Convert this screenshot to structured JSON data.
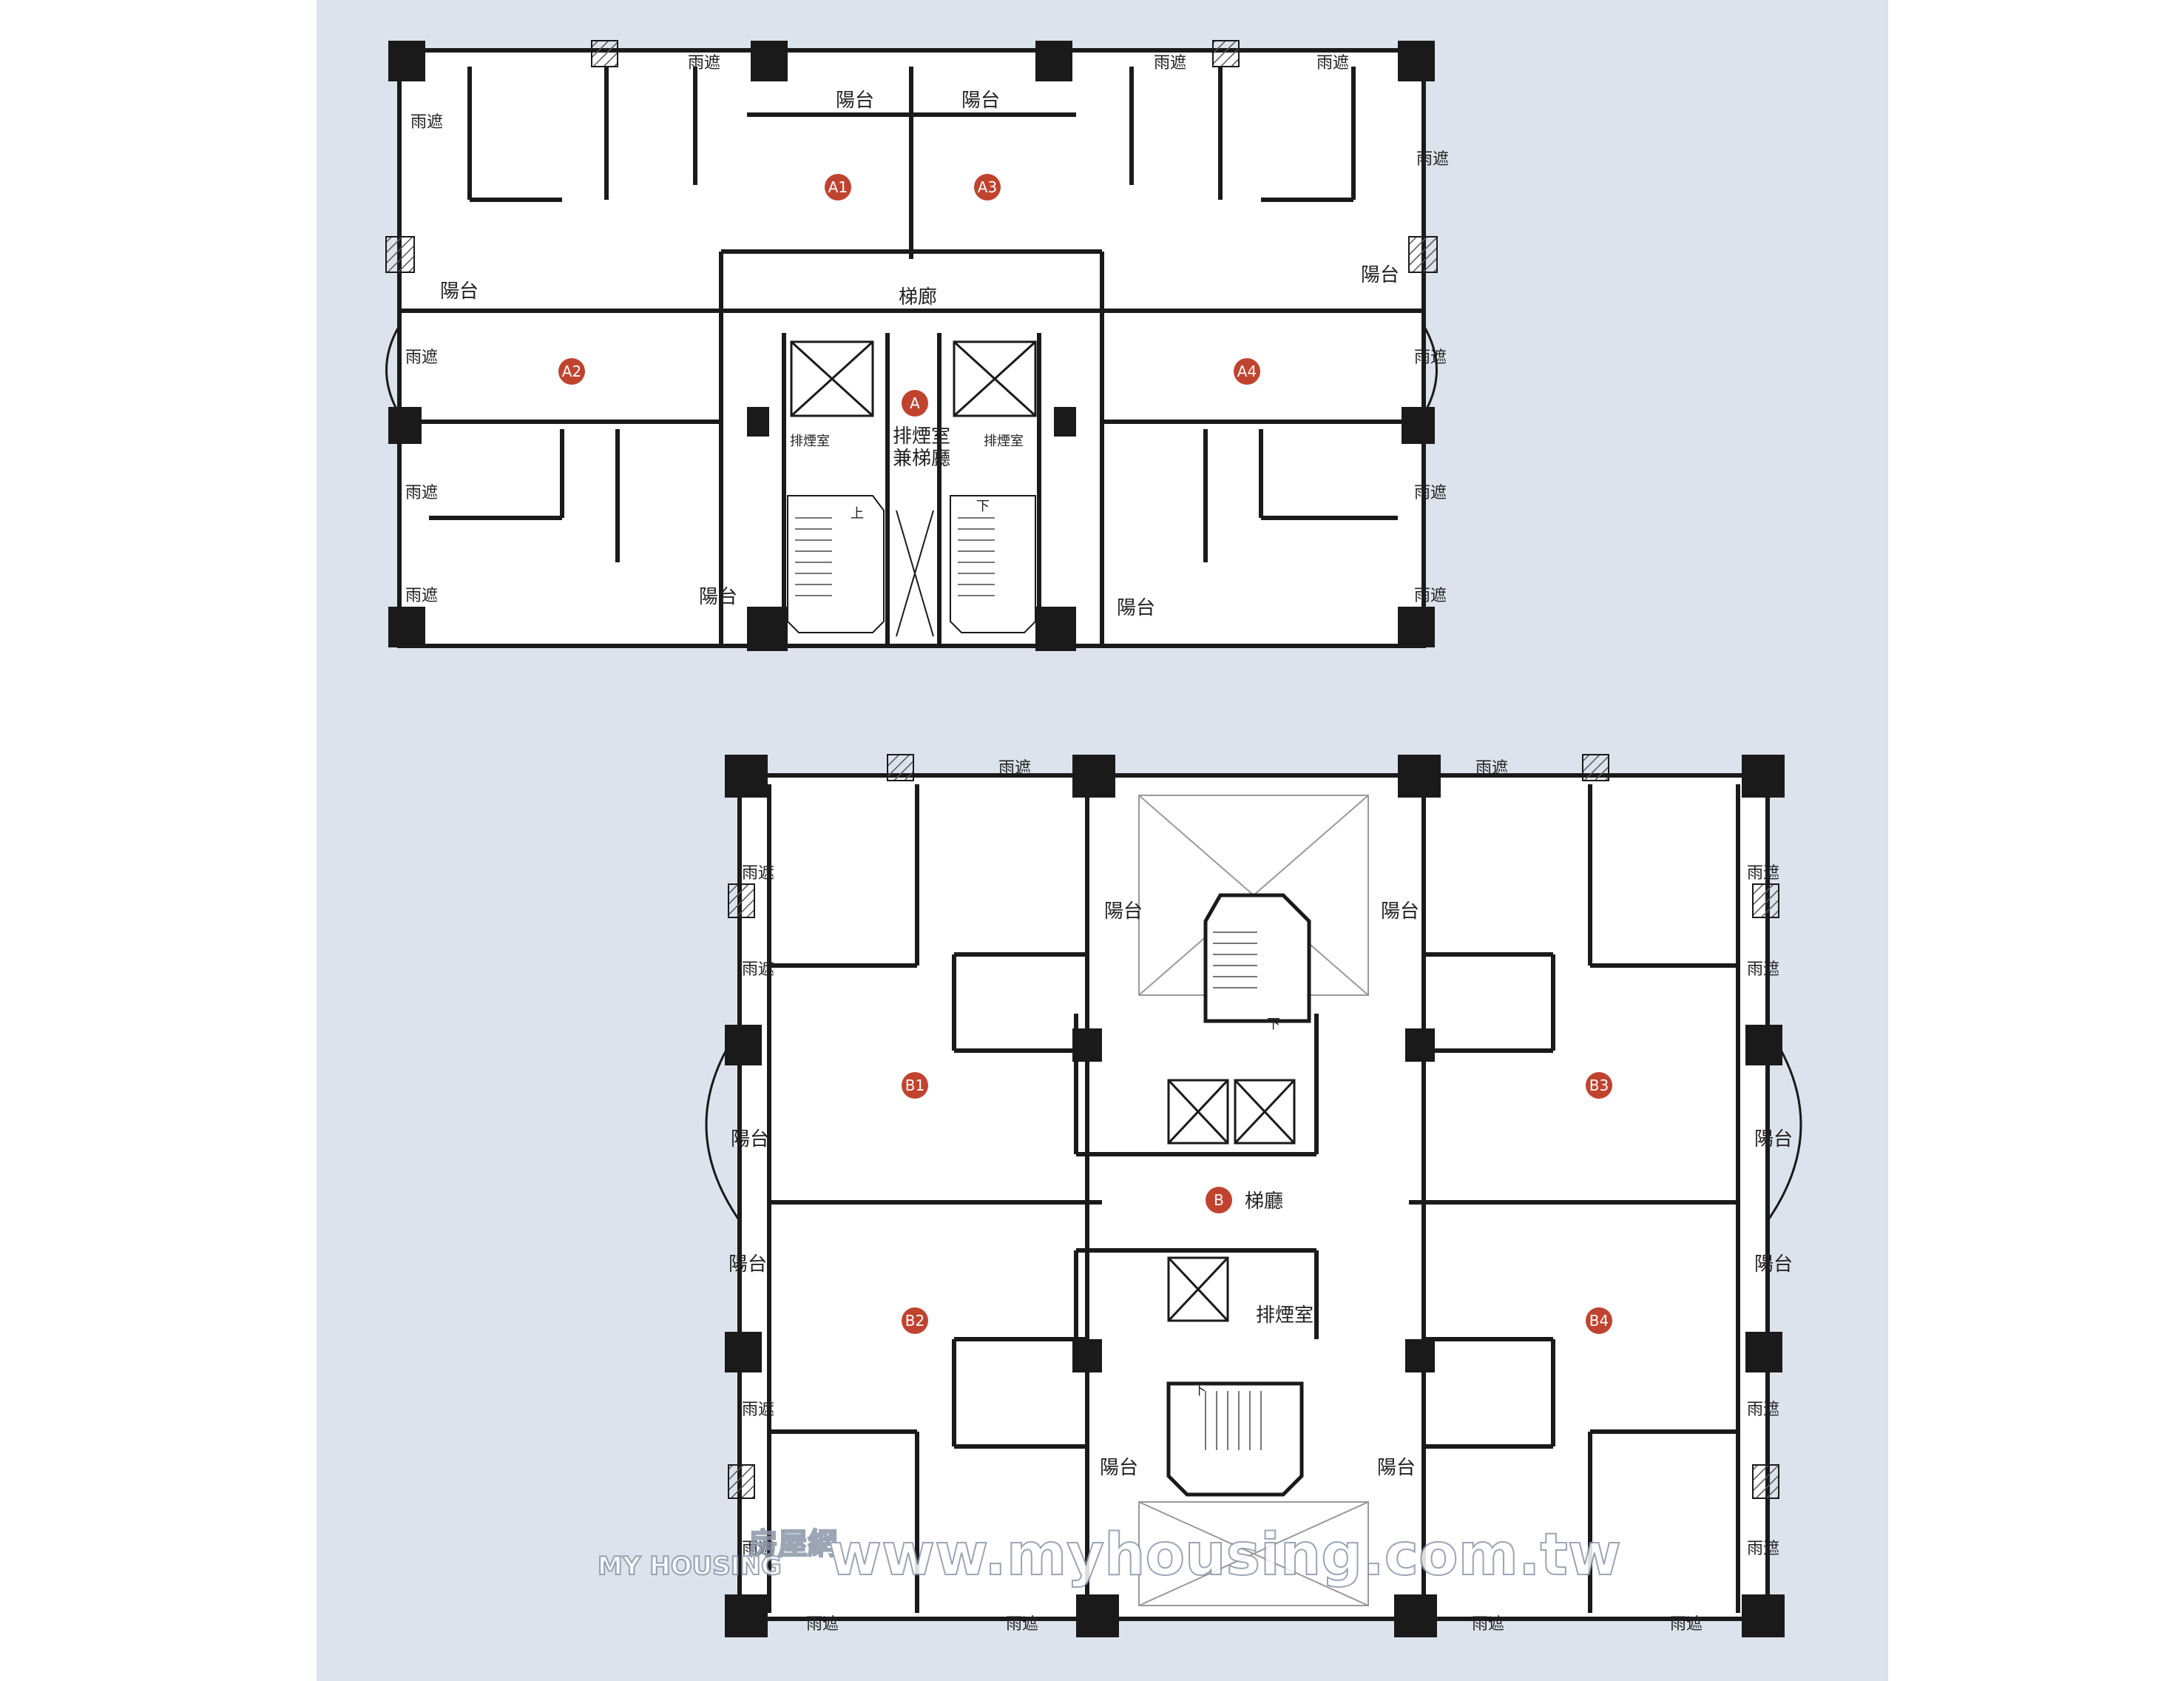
{
  "labels": {
    "rain": "雨遮",
    "balcony": "陽台",
    "corridor": "梯廊",
    "smoke_room": "排煙室",
    "smoke_lobby_line1": "排煙室",
    "smoke_lobby_line2": "兼梯廳",
    "lobby": "梯廳",
    "up": "上",
    "down": "下"
  },
  "units_a": [
    "A1",
    "A2",
    "A3",
    "A4"
  ],
  "units_b": [
    "B1",
    "B2",
    "B3",
    "B4"
  ],
  "core_a": "A",
  "core_b": "B",
  "watermark": {
    "brand": "MY HOUSING",
    "site_name": "房屋網",
    "url": "www.myhousing.com.tw"
  },
  "colors": {
    "paper": "#dde3ec",
    "wall": "#1a1a1a",
    "badge": "#c0432f",
    "room_fill": "#ffffff"
  }
}
